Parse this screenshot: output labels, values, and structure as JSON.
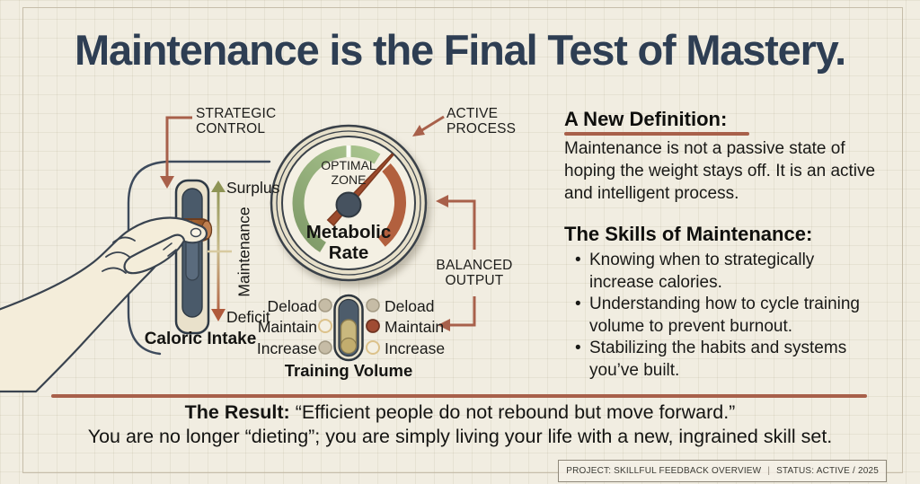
{
  "title": "Maintenance is the Final Test of Mastery.",
  "colors": {
    "accent": "#a8604a",
    "navy": "#2e3e53",
    "green_arc": "#94ad7f",
    "red_arc": "#b2603e",
    "paper": "#f1ede1"
  },
  "left_panel": {
    "callout": "STRATEGIC\nCONTROL",
    "slider": {
      "top_label": "Surplus",
      "mid_label": "Maintenance",
      "bottom_label": "Deficit",
      "caption": "Caloric Intake"
    }
  },
  "gauge": {
    "callout": "ACTIVE\nPROCESS",
    "zone_label": "OPTIMAL\nZONE",
    "caption": "Metabolic\nRate",
    "output_callout": "BALANCED\nOUTPUT"
  },
  "training": {
    "caption": "Training Volume",
    "left_options": [
      {
        "label": "Deload",
        "state": "filled"
      },
      {
        "label": "Maintain",
        "state": "open"
      },
      {
        "label": "Increase",
        "state": "filled"
      }
    ],
    "right_options": [
      {
        "label": "Deload",
        "state": "filled"
      },
      {
        "label": "Maintain",
        "state": "selected"
      },
      {
        "label": "Increase",
        "state": "open"
      }
    ]
  },
  "definition": {
    "heading": "A New Definition:",
    "body": "Maintenance is not a passive state of\nhoping the weight stays off. It is an active\nand intelligent process."
  },
  "skills": {
    "heading": "The Skills of Maintenance:",
    "bullet": "•",
    "items": [
      "Knowing when to strategically\nincrease calories.",
      "Understanding how to cycle training\nvolume to prevent burnout.",
      "Stabilizing the habits and systems\nyou’ve built."
    ]
  },
  "result": {
    "label": "The Result:",
    "quote": " “Efficient people do not rebound but move forward.”",
    "line2": "You are no longer “dieting”; you are simply living your life with a new, ingrained skill set."
  },
  "footer": {
    "project": "PROJECT: SKILLFUL FEEDBACK OVERVIEW",
    "divider": "|",
    "status": "STATUS: ACTIVE / 2025"
  }
}
